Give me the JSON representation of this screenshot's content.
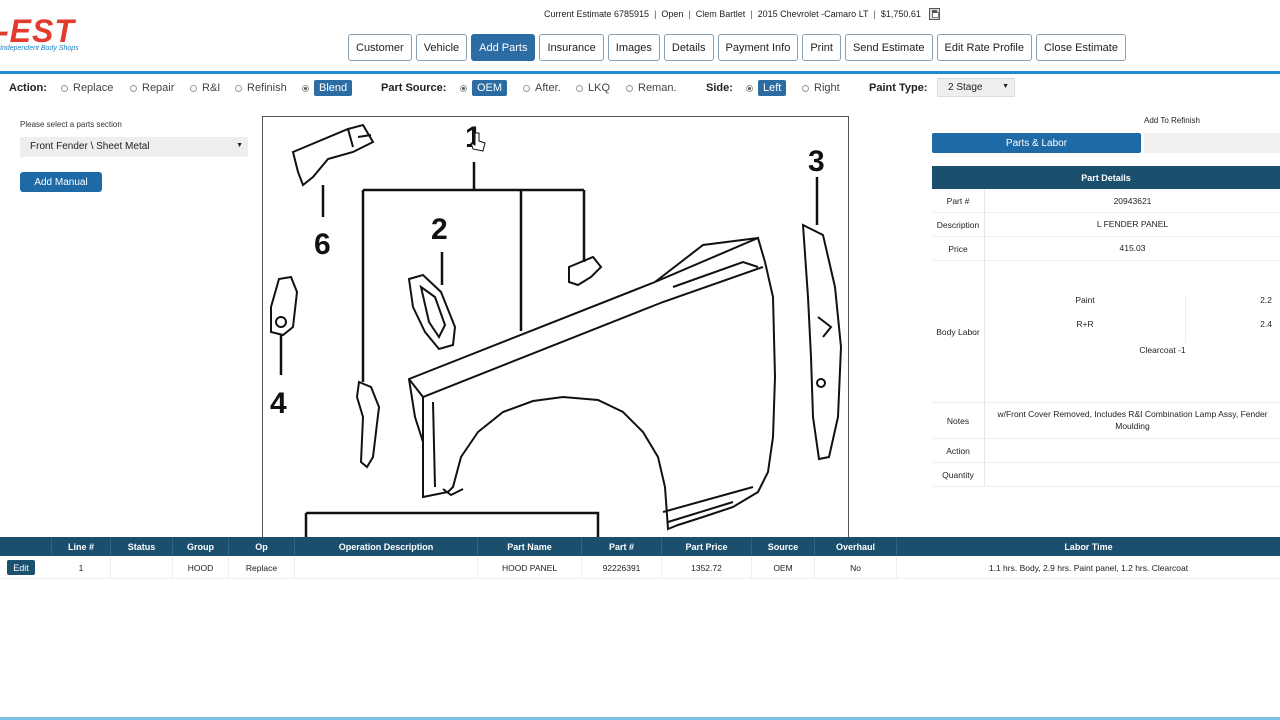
{
  "logo": {
    "text": "-EST",
    "tagline": "Independent Body Shops"
  },
  "estimate": {
    "label": "Current Estimate 6785915",
    "status": "Open",
    "customer": "Clem Bartlet",
    "vehicle": "2015 Chevrolet -Camaro LT",
    "total": "$1,750.61",
    "separator": "|"
  },
  "nav": [
    {
      "label": "Customer",
      "active": false
    },
    {
      "label": "Vehicle",
      "active": false
    },
    {
      "label": "Add Parts",
      "active": true
    },
    {
      "label": "Insurance",
      "active": false
    },
    {
      "label": "Images",
      "active": false
    },
    {
      "label": "Details",
      "active": false
    },
    {
      "label": "Payment Info",
      "active": false
    },
    {
      "label": "Print",
      "active": false
    },
    {
      "label": "Send Estimate",
      "active": false
    },
    {
      "label": "Edit Rate Profile",
      "active": false
    },
    {
      "label": "Close Estimate",
      "active": false
    }
  ],
  "options": {
    "action_label": "Action:",
    "actions": [
      "Replace",
      "Repair",
      "R&I",
      "Refinish",
      "Blend"
    ],
    "action_selected": "Blend",
    "source_label": "Part Source:",
    "sources": [
      "OEM",
      "After.",
      "LKQ",
      "Reman."
    ],
    "source_selected": "OEM",
    "side_label": "Side:",
    "sides": [
      "Left",
      "Right"
    ],
    "side_selected": "Left",
    "paint_label": "Paint Type:",
    "paint_value": "2 Stage"
  },
  "left_panel": {
    "section_prompt": "Please select a parts section",
    "section_value": "Front Fender \\ Sheet Metal",
    "add_manual": "Add Manual"
  },
  "diagram": {
    "callouts": [
      "1",
      "2",
      "3",
      "4",
      "6"
    ]
  },
  "right_panel": {
    "add_to_refinish": "Add To Refinish",
    "tab_parts_labor": "Parts & Labor",
    "details_title": "Part Details",
    "part_label": "Part #",
    "part_value": "20943621",
    "description_label": "Description",
    "description_value": "L FENDER PANEL",
    "price_label": "Price",
    "price_value": "415.03",
    "body_labor_label": "Body Labor",
    "labor": [
      {
        "name": "Paint",
        "value": "2.2"
      },
      {
        "name": "R+R",
        "value": "2.4"
      }
    ],
    "clearcoat": "Clearcoat -1",
    "notes_label": "Notes",
    "notes_value": "w/Front Cover Removed, Includes R&I Combination Lamp Assy, Fender Moulding",
    "action_label": "Action",
    "quantity_label": "Quantity"
  },
  "table": {
    "columns": [
      "",
      "Line #",
      "Status",
      "Group",
      "Op",
      "Operation Description",
      "Part Name",
      "Part #",
      "Part Price",
      "Source",
      "Overhaul",
      "Labor Time"
    ],
    "rows": [
      {
        "edit": "Edit",
        "line": "1",
        "status": "",
        "group": "HOOD",
        "op": "Replace",
        "desc": "",
        "part_name": "HOOD PANEL",
        "part_no": "92226391",
        "price": "1352.72",
        "source": "OEM",
        "overhaul": "No",
        "labor": "1.1 hrs. Body, 2.9 hrs. Paint panel, 1.2 hrs. Clearcoat"
      }
    ]
  },
  "colors": {
    "accent": "#2b6ca3",
    "header_dark": "#1b4f6e",
    "rule": "#1c8ccc",
    "logo": "#e23b2e"
  }
}
